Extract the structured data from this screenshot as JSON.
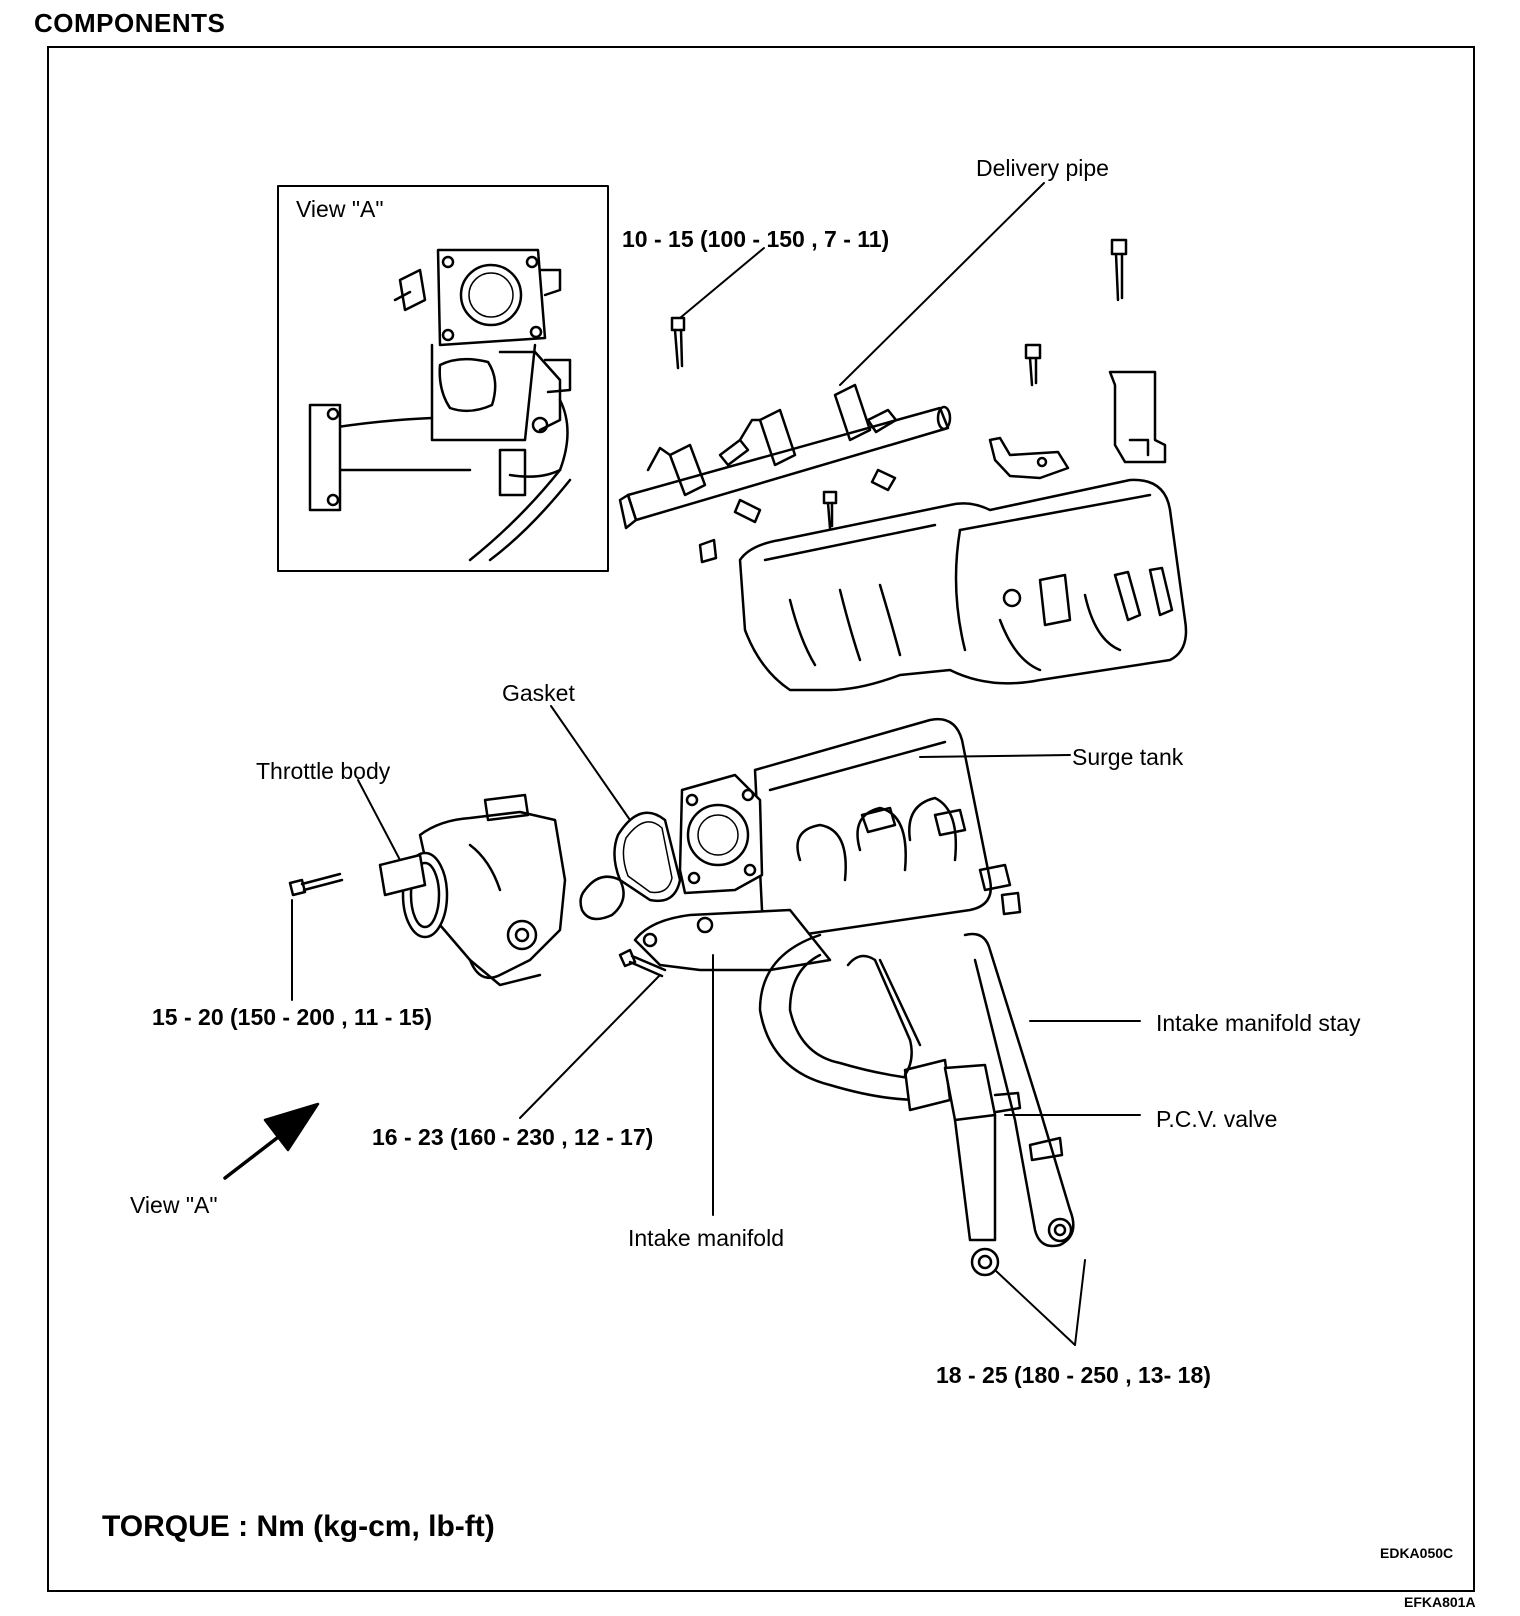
{
  "page": {
    "heading": "COMPONENTS",
    "torque_note": "TORQUE : Nm (kg-cm, lb-ft)",
    "figure_code_inner": "EDKA050C",
    "figure_code_outer": "EFKA801A"
  },
  "inset": {
    "title": "View \"A\""
  },
  "labels": {
    "delivery_pipe": "Delivery pipe",
    "torque_delivery": "10 - 15 (100 - 150 , 7 - 11)",
    "gasket": "Gasket",
    "throttle_body": "Throttle body",
    "surge_tank": "Surge tank",
    "torque_throttle": "15 - 20 (150 - 200 , 11 - 15)",
    "intake_manifold_stay": "Intake manifold stay",
    "pcv_valve": "P.C.V. valve",
    "torque_manifold": "16 - 23 (160 - 230 , 12 - 17)",
    "view_a_pointer": "View \"A\"",
    "intake_manifold": "Intake manifold",
    "torque_stay": "18 - 25 (180 - 250 , 13- 18)"
  }
}
